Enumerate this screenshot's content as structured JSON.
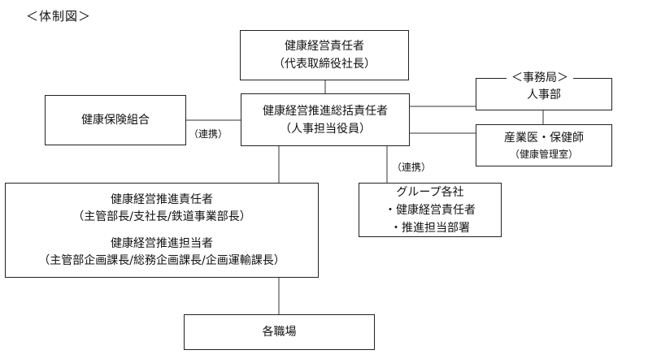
{
  "title": "＜体制図＞",
  "boxes": {
    "officer": {
      "line1": "健康経営責任者",
      "line2": "（代表取締役社長）"
    },
    "promotion": {
      "line1": "健康経営推進総括責任者",
      "line2": "（人事担当役員）"
    },
    "insurance": {
      "line1": "健康保険組合"
    },
    "secretariat": {
      "heading": "＜事務局＞",
      "line1": "人事部"
    },
    "doctor": {
      "line1": "産業医・保健師",
      "line2": "（健康管理室）"
    },
    "group": {
      "line1": "グループ各社",
      "line2": "・健康経営責任者",
      "line3": "・推進担当部署"
    },
    "manager": {
      "line1": "健康経営推進責任者",
      "line2": "（主管部長/支社長/鉄道事業部長）",
      "line3": "健康経営推進担当者",
      "line4": "（主管部企画課長/総務企画課長/企画運輸課長）"
    },
    "workplace": {
      "line1": "各職場"
    }
  },
  "labels": {
    "link_left": "（連携）",
    "link_group": "（連携）"
  }
}
